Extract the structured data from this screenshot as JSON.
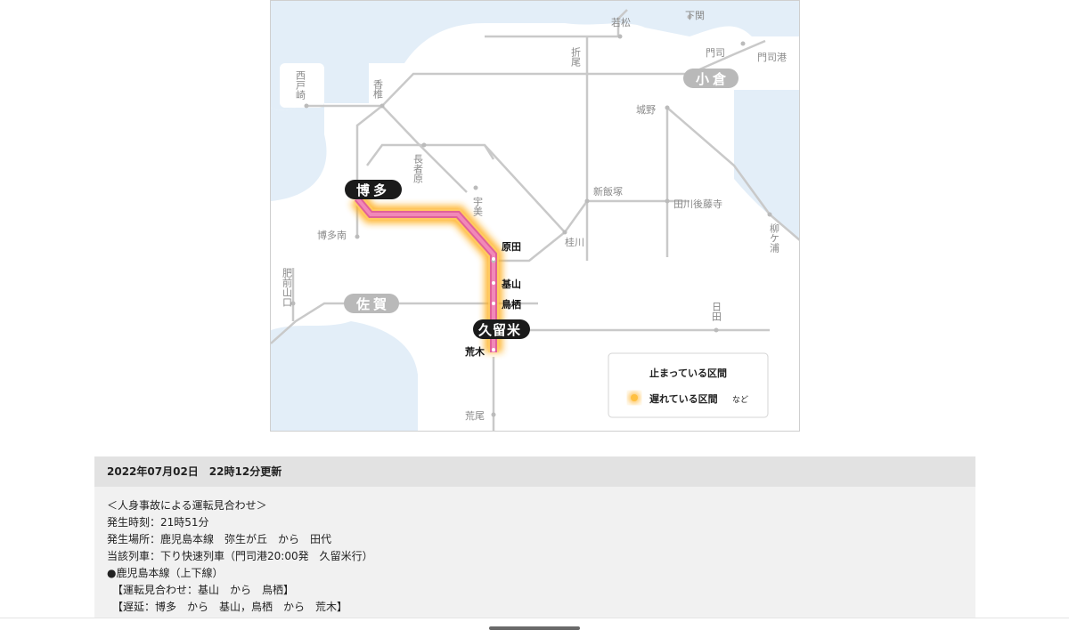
{
  "map": {
    "stations": {
      "shimonoseki": "下関",
      "wakamatsu": "若松",
      "moji": "門司",
      "mojiko": "門司港",
      "kokura": "小倉",
      "nishitozaki": "西戸崎",
      "kashii": "香椎",
      "orio": "折尾",
      "jono": "城野",
      "hakata": "博多",
      "nagasu": "長者原",
      "umi": "宇美",
      "shiniizuka": "新飯塚",
      "tagawagotoji": "田川後藤寺",
      "hakataminami": "博多南",
      "haruda": "原田",
      "keisen": "桂川",
      "yanagigaura": "柳ケ浦",
      "hizenyamaguchi": "肥前山口",
      "saga": "佐賀",
      "kiyama": "基山",
      "tosu": "鳥栖",
      "kurume": "久留米",
      "hita": "日田",
      "araki": "荒木",
      "arao": "荒尾"
    },
    "legend": {
      "stopped": "止まっている区間",
      "delayed": "遅れている区間",
      "delayed_suffix": "など"
    }
  },
  "info": {
    "updated": "2022年07月02日　22時12分更新",
    "lines": [
      "＜人身事故による運転見合わせ＞",
      "発生時刻：21時51分",
      "発生場所：鹿児島本線　弥生が丘　から　田代",
      "当該列車：下り快速列車（門司港20:00発　久留米行）",
      "●鹿児島本線（上下線）",
      "　【運転見合わせ：基山　から　鳥栖】",
      "　【遅延：博多　から　基山，鳥栖　から　荒木】"
    ]
  }
}
